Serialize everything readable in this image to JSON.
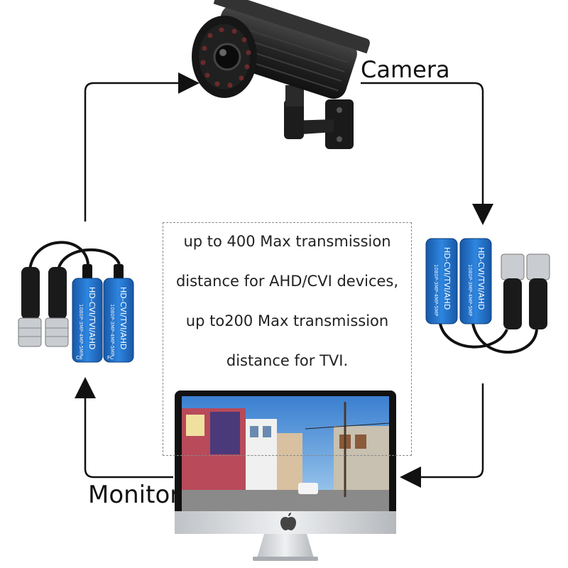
{
  "labels": {
    "camera": "Camera",
    "monitor": "Monitor"
  },
  "info": {
    "lines": [
      "up to 400 Max transmission",
      "distance for AHD/CVI devices,",
      "up to200 Max transmission",
      "distance for TVI."
    ]
  },
  "balun": {
    "title": "HD-CVI/TVI/AHD",
    "subtitle": "1080P-3MP-4MP-5MP",
    "marks": [
      "CE",
      "FC"
    ]
  },
  "colors": {
    "balun_blue": "#1f6fc4",
    "arrow": "#111111",
    "camera_body": "#2b2b2b"
  },
  "icons": [
    "cctv-camera-icon",
    "video-balun-icon",
    "imac-monitor-icon",
    "apple-logo-icon"
  ]
}
